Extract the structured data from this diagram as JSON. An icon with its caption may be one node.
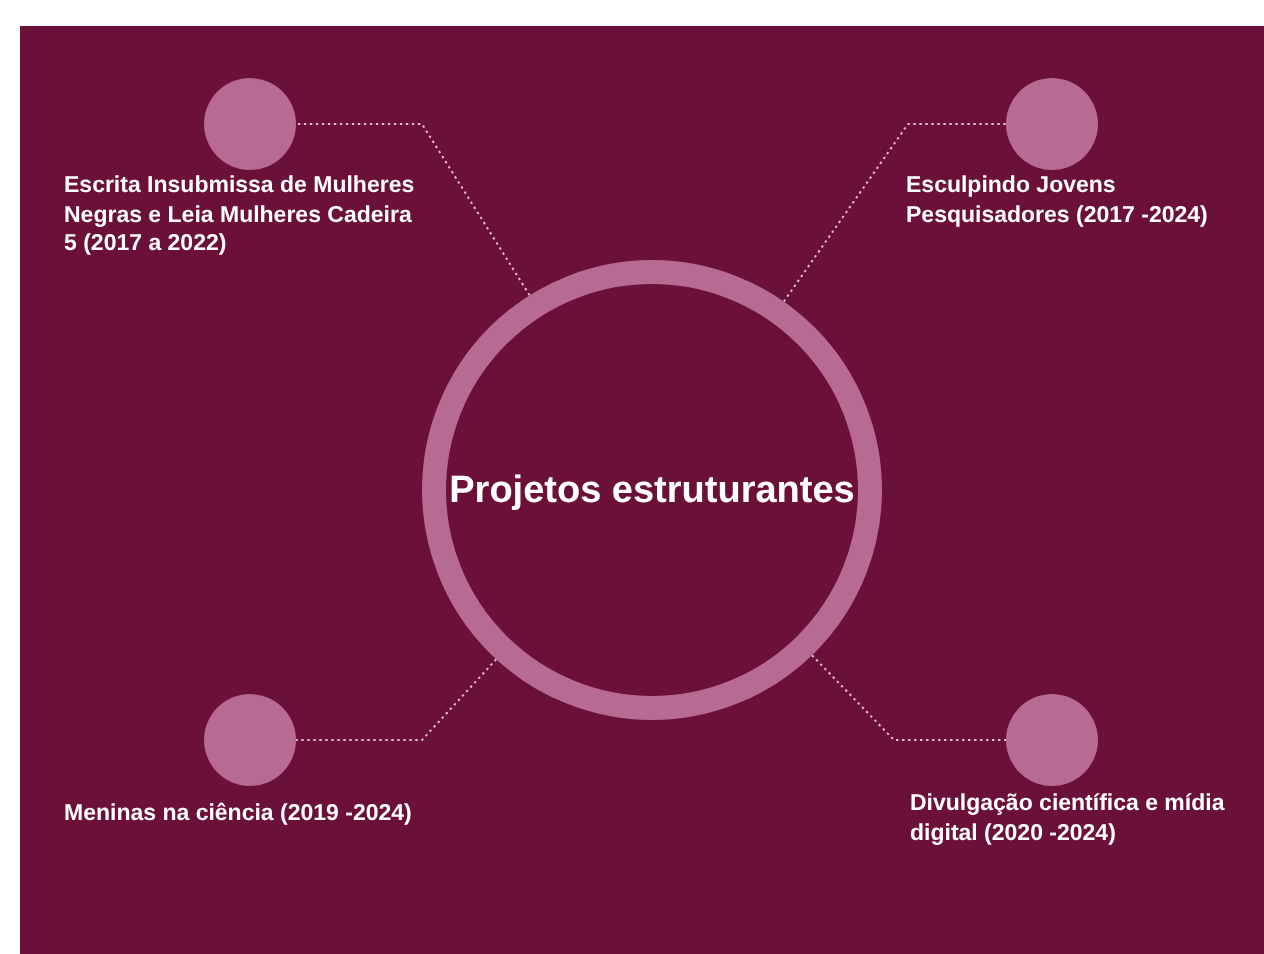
{
  "diagram": {
    "nodes": [
      {
        "text": [
          "Projetos estruturantes"
        ]
      },
      {
        "text": [],
        "shape": "circle",
        "beside": [
          "Escrita Insubmissa de Mulheres Negras e Leia Mulheres Cadeira 5 (2017 a 2022)"
        ]
      },
      {
        "text": [],
        "shape": "circle",
        "beside": [
          "Esculpindo Jovens Pesquisadores (2017 -2024)"
        ]
      },
      {
        "text": [],
        "shape": "circle",
        "beside": [
          "Meninas na ciência (2019 -2024)"
        ]
      },
      {
        "text": [],
        "shape": "circle",
        "beside": [
          "Divulgação científica e mídia digital (2020 -2024)"
        ]
      }
    ],
    "edges": [
      {
        "from": 0,
        "to": 1,
        "arrow": "none",
        "style": "dashed"
      },
      {
        "from": 0,
        "to": 2,
        "arrow": "none",
        "style": "dashed"
      },
      {
        "from": 0,
        "to": 3,
        "arrow": "none",
        "style": "dashed"
      },
      {
        "from": 0,
        "to": 4,
        "arrow": "none",
        "style": "dashed"
      }
    ]
  }
}
